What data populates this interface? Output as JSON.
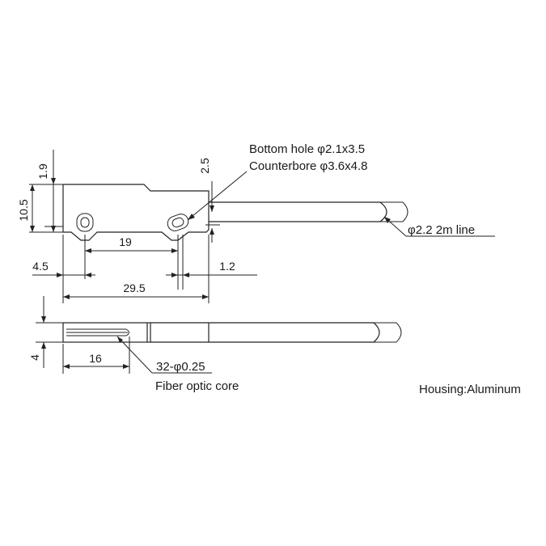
{
  "dimensions": {
    "top_height_small": "1.9",
    "total_height": "10.5",
    "hole_offset": "2.5",
    "hole_spacing": "19",
    "left_offset": "4.5",
    "right_offset": "1.2",
    "total_length": "29.5",
    "side_thickness": "4",
    "core_length": "16"
  },
  "callouts": {
    "bottom_hole": "Bottom hole  φ2.1x3.5",
    "counterbore": "Counterbore φ3.6x4.8",
    "cable": "φ2.2 2m line",
    "core_spec": "32-φ0.25",
    "core_label": "Fiber optic core"
  },
  "material": "Housing:Aluminum",
  "colors": {
    "line": "#222222",
    "text": "#1a1a1a",
    "background": "#ffffff"
  }
}
